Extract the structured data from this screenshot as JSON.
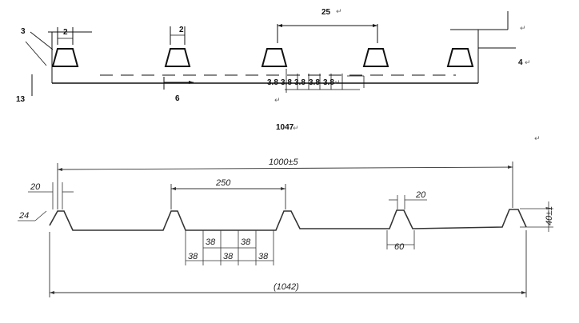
{
  "top_drawing": {
    "labels": {
      "pitch": "25",
      "depth": "3",
      "width_a": "2",
      "width_b": "2",
      "right_side": "4",
      "height": "13",
      "spacing": "6",
      "width_center": "1047",
      "ribs": [
        "3.8",
        "3.8",
        "3.8",
        "3.8",
        "3.8"
      ]
    },
    "return_mark": "↵"
  },
  "bottom_drawing": {
    "labels": {
      "top_width": "1000±5",
      "pitch": "250",
      "edge_offset": "20",
      "edge_angle": "24",
      "right_offset": "20",
      "height": "40±1",
      "valley": "60",
      "overall": "(1042)",
      "ribs_low": [
        "38",
        "38",
        "38"
      ],
      "ribs_high": [
        "38",
        "38"
      ]
    }
  }
}
